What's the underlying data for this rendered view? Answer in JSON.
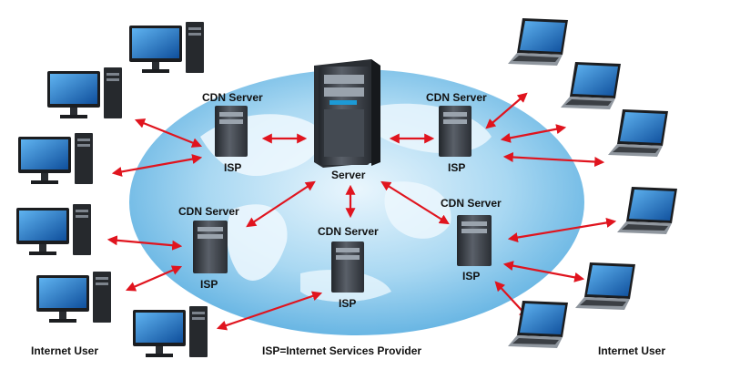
{
  "labels": {
    "cdn_top_left": "CDN Server",
    "isp_top_left": "ISP",
    "server": "Server",
    "cdn_top_right": "CDN Server",
    "isp_top_right": "ISP",
    "cdn_mid_left": "CDN Server",
    "isp_mid_left": "ISP",
    "cdn_bottom_center": "CDN Server",
    "isp_bottom_center": "ISP",
    "cdn_mid_right": "CDN Server",
    "isp_mid_right": "ISP"
  },
  "footer": {
    "left": "Internet User",
    "center": "ISP=Internet Services Provider",
    "right": "Internet User"
  },
  "colors": {
    "arrow": "#e0141e",
    "globe": "#9fd3f0",
    "land": "#e8f4fc",
    "tower": "#3a3f46",
    "screen": "#1f6fc1"
  }
}
